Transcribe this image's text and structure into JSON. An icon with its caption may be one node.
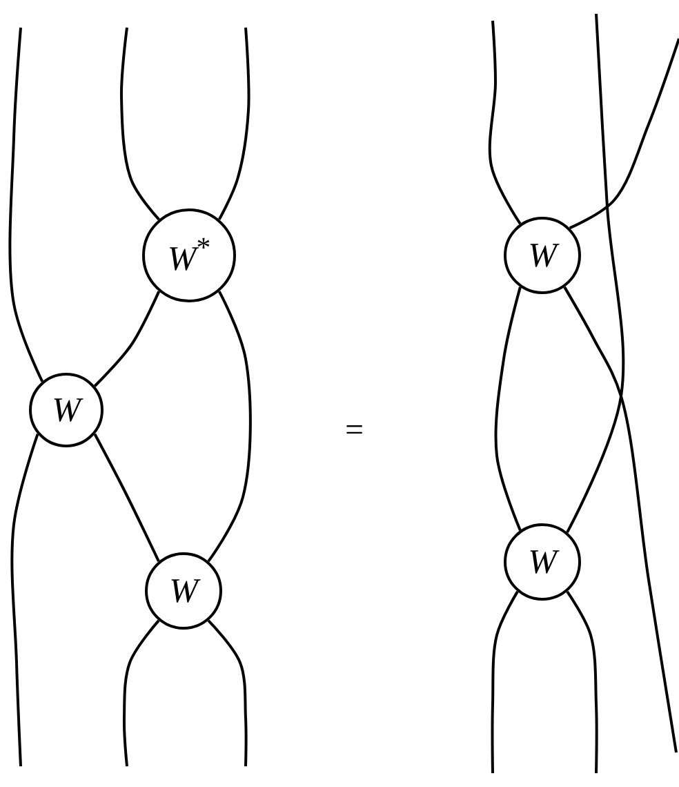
{
  "diagram": {
    "nodes": [
      {
        "text": [
          "*W*$^{*}$"
        ]
      },
      {
        "text": [
          "W"
        ]
      },
      {
        "text": [
          "W"
        ]
      },
      {
        "text": [
          "W"
        ]
      },
      {
        "text": [
          "W"
        ]
      }
    ],
    "edges": [
      {
        "from": null,
        "to": 1,
        "arrow": "none"
      },
      {
        "from": null,
        "to": 0,
        "arrow": "none"
      },
      {
        "from": null,
        "to": 0,
        "arrow": "none"
      },
      {
        "from": 0,
        "to": 1,
        "arrow": "none"
      },
      {
        "from": 0,
        "to": 2,
        "arrow": "none"
      },
      {
        "from": 1,
        "to": 2,
        "arrow": "none"
      },
      {
        "from": 1,
        "to": null,
        "arrow": "none"
      },
      {
        "from": 2,
        "to": null,
        "arrow": "none"
      },
      {
        "from": 2,
        "to": null,
        "arrow": "none"
      },
      {
        "from": null,
        "to": 3,
        "arrow": "none"
      },
      {
        "from": 3,
        "to": null,
        "arrow": "none"
      },
      {
        "from": null,
        "to": 4,
        "arrow": "none"
      },
      {
        "from": 3,
        "to": null,
        "arrow": "none"
      },
      {
        "from": 3,
        "to": 4,
        "arrow": "none"
      },
      {
        "from": 4,
        "to": null,
        "arrow": "none"
      },
      {
        "from": 4,
        "to": null,
        "arrow": "none"
      }
    ],
    "labels": [
      "="
    ]
  }
}
